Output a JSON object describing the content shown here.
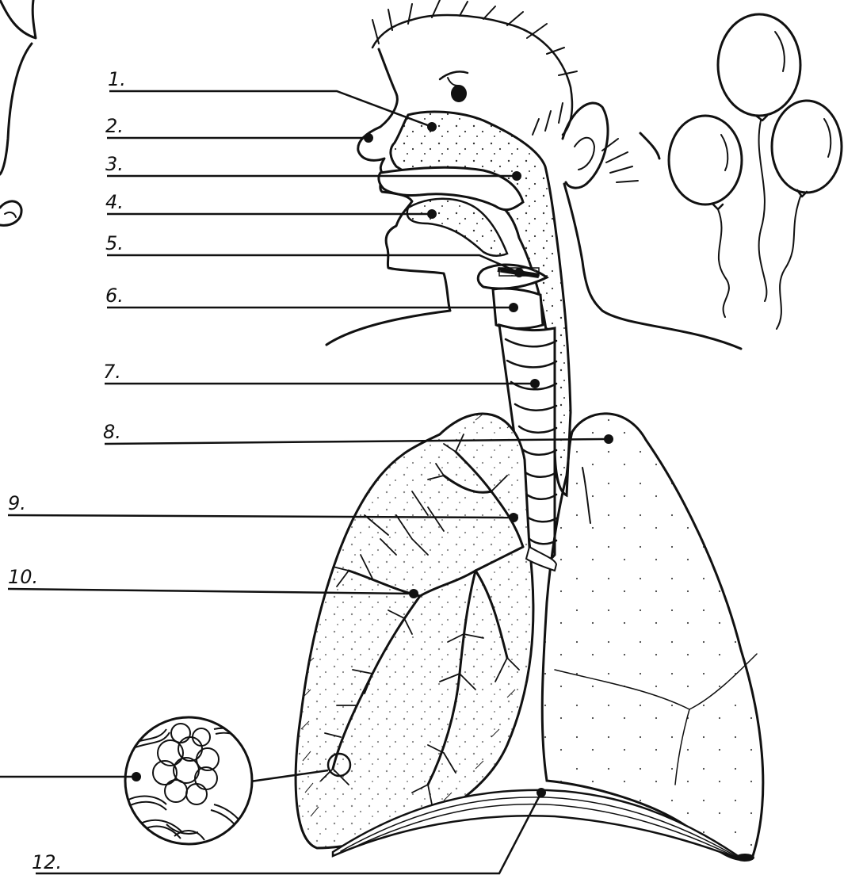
{
  "labels": [
    {
      "number": "1."
    },
    {
      "number": "2."
    },
    {
      "number": "3."
    },
    {
      "number": "4."
    },
    {
      "number": "5."
    },
    {
      "number": "6."
    },
    {
      "number": "7."
    },
    {
      "number": "8."
    },
    {
      "number": "9."
    },
    {
      "number": "10."
    },
    {
      "number": ""
    },
    {
      "number": "12."
    }
  ],
  "icons": {
    "head": "head-profile-icon",
    "airway": "airway-icon",
    "trachea": "trachea-icon",
    "left_lung": "bronchial-tree-lung-icon",
    "right_lung": "lung-icon",
    "alveoli": "alveoli-magnifier-icon",
    "diaphragm": "diaphragm-icon",
    "balloons": "balloons-icon"
  }
}
